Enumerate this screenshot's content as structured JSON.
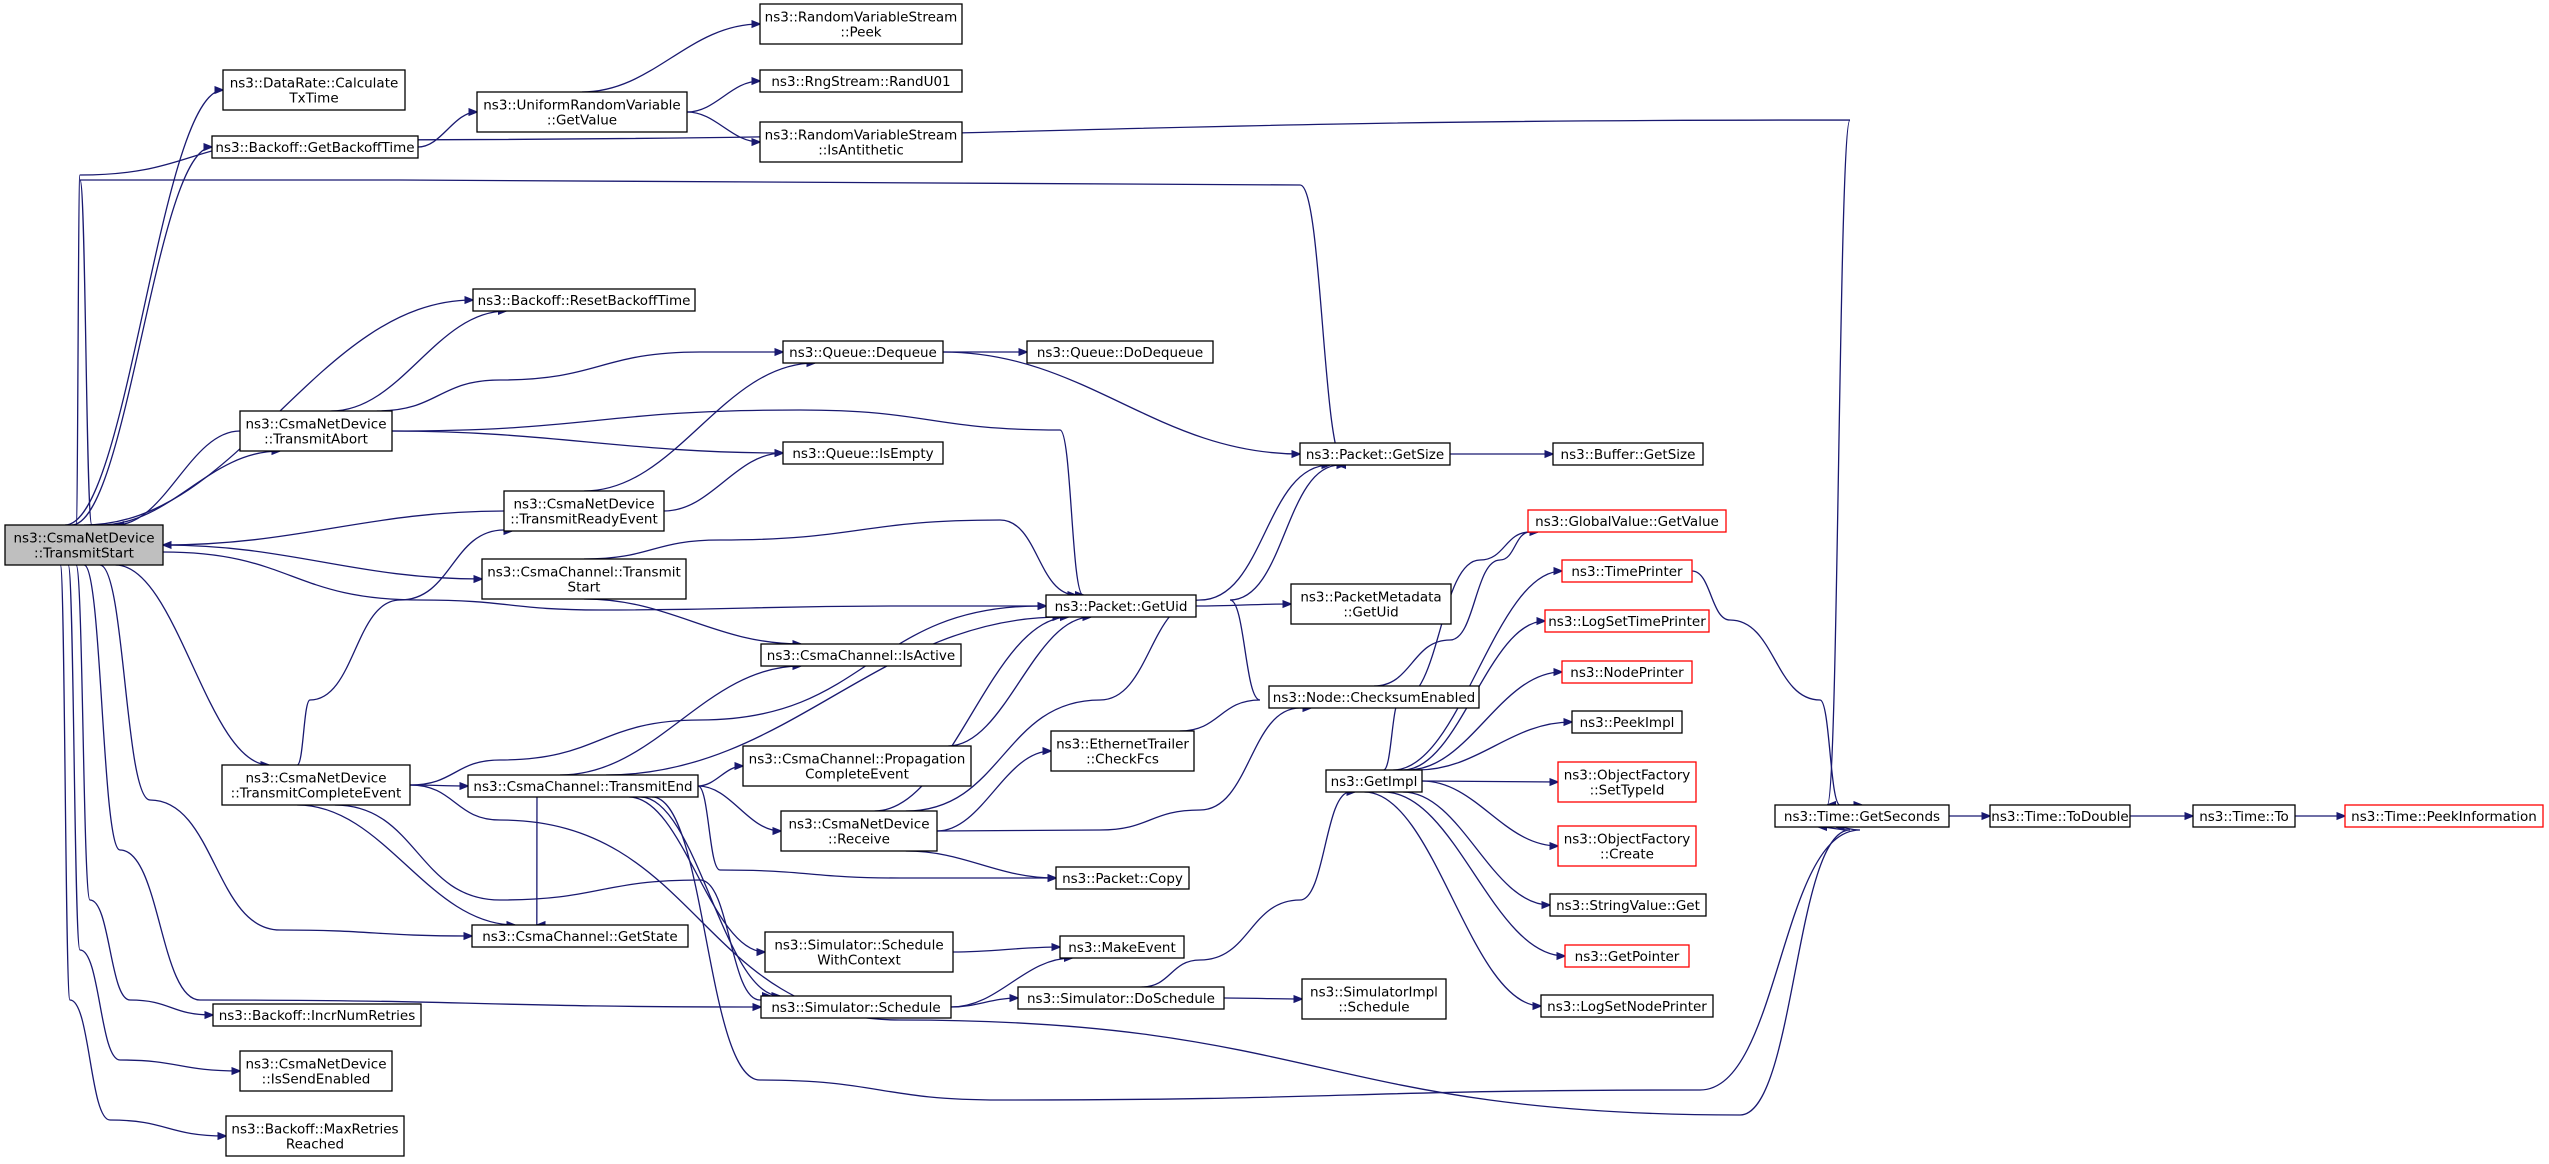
{
  "colors": {
    "edge": "#191970",
    "root_fill": "#bfbfbf",
    "node_border": "#000000",
    "truncated_border": "#ff0000"
  },
  "nodes": {
    "root": {
      "lines": [
        "ns3::CsmaNetDevice",
        "::TransmitStart"
      ]
    },
    "datarate": {
      "lines": [
        "ns3::DataRate::Calculate",
        "TxTime"
      ]
    },
    "getbackoff": {
      "lines": [
        "ns3::Backoff::GetBackoffTime"
      ]
    },
    "uniform": {
      "lines": [
        "ns3::UniformRandomVariable",
        "::GetValue"
      ]
    },
    "peek": {
      "lines": [
        "ns3::RandomVariableStream",
        "::Peek"
      ]
    },
    "randu01": {
      "lines": [
        "ns3::RngStream::RandU01"
      ]
    },
    "antithetic": {
      "lines": [
        "ns3::RandomVariableStream",
        "::IsAntithetic"
      ]
    },
    "resetbackoff": {
      "lines": [
        "ns3::Backoff::ResetBackoffTime"
      ]
    },
    "transmitabort": {
      "lines": [
        "ns3::CsmaNetDevice",
        "::TransmitAbort"
      ]
    },
    "dequeue": {
      "lines": [
        "ns3::Queue::Dequeue"
      ]
    },
    "dodequeue": {
      "lines": [
        "ns3::Queue::DoDequeue"
      ]
    },
    "isempty": {
      "lines": [
        "ns3::Queue::IsEmpty"
      ]
    },
    "readyevent": {
      "lines": [
        "ns3::CsmaNetDevice",
        "::TransmitReadyEvent"
      ]
    },
    "chantransmit": {
      "lines": [
        "ns3::CsmaChannel::Transmit",
        "Start"
      ]
    },
    "isactive": {
      "lines": [
        "ns3::CsmaChannel::IsActive"
      ]
    },
    "getsize": {
      "lines": [
        "ns3::Packet::GetSize"
      ]
    },
    "buffersize": {
      "lines": [
        "ns3::Buffer::GetSize"
      ]
    },
    "getuid": {
      "lines": [
        "ns3::Packet::GetUid"
      ]
    },
    "metauid": {
      "lines": [
        "ns3::PacketMetadata",
        "::GetUid"
      ]
    },
    "completeevent": {
      "lines": [
        "ns3::CsmaNetDevice",
        "::TransmitCompleteEvent"
      ]
    },
    "transmitend": {
      "lines": [
        "ns3::CsmaChannel::TransmitEnd"
      ]
    },
    "propagation": {
      "lines": [
        "ns3::CsmaChannel::Propagation",
        "CompleteEvent"
      ]
    },
    "receive": {
      "lines": [
        "ns3::CsmaNetDevice",
        "::Receive"
      ]
    },
    "checkfcs": {
      "lines": [
        "ns3::EthernetTrailer",
        "::CheckFcs"
      ]
    },
    "checksum": {
      "lines": [
        "ns3::Node::ChecksumEnabled"
      ]
    },
    "copy": {
      "lines": [
        "ns3::Packet::Copy"
      ]
    },
    "getstate": {
      "lines": [
        "ns3::CsmaChannel::GetState"
      ]
    },
    "schedctx": {
      "lines": [
        "ns3::Simulator::Schedule",
        "WithContext"
      ]
    },
    "makeevent": {
      "lines": [
        "ns3::MakeEvent"
      ]
    },
    "schedule": {
      "lines": [
        "ns3::Simulator::Schedule"
      ]
    },
    "doschedule": {
      "lines": [
        "ns3::Simulator::DoSchedule"
      ]
    },
    "implsched": {
      "lines": [
        "ns3::SimulatorImpl",
        "::Schedule"
      ]
    },
    "getimpl": {
      "lines": [
        "ns3::GetImpl"
      ]
    },
    "incrnum": {
      "lines": [
        "ns3::Backoff::IncrNumRetries"
      ]
    },
    "issend": {
      "lines": [
        "ns3::CsmaNetDevice",
        "::IsSendEnabled"
      ]
    },
    "maxretries": {
      "lines": [
        "ns3::Backoff::MaxRetries",
        "Reached"
      ]
    },
    "globalvalue": {
      "lines": [
        "ns3::GlobalValue::GetValue"
      ]
    },
    "timeprinter": {
      "lines": [
        "ns3::TimePrinter"
      ]
    },
    "logsettime": {
      "lines": [
        "ns3::LogSetTimePrinter"
      ]
    },
    "nodeprinter": {
      "lines": [
        "ns3::NodePrinter"
      ]
    },
    "peekimpl": {
      "lines": [
        "ns3::PeekImpl"
      ]
    },
    "settypeid": {
      "lines": [
        "ns3::ObjectFactory",
        "::SetTypeId"
      ]
    },
    "create": {
      "lines": [
        "ns3::ObjectFactory",
        "::Create"
      ]
    },
    "stringget": {
      "lines": [
        "ns3::StringValue::Get"
      ]
    },
    "getpointer": {
      "lines": [
        "ns3::GetPointer"
      ]
    },
    "logsetnode": {
      "lines": [
        "ns3::LogSetNodePrinter"
      ]
    },
    "getseconds": {
      "lines": [
        "ns3::Time::GetSeconds"
      ]
    },
    "todouble": {
      "lines": [
        "ns3::Time::ToDouble"
      ]
    },
    "to": {
      "lines": [
        "ns3::Time::To"
      ]
    },
    "peekinfo": {
      "lines": [
        "ns3::Time::PeekInformation"
      ]
    }
  }
}
